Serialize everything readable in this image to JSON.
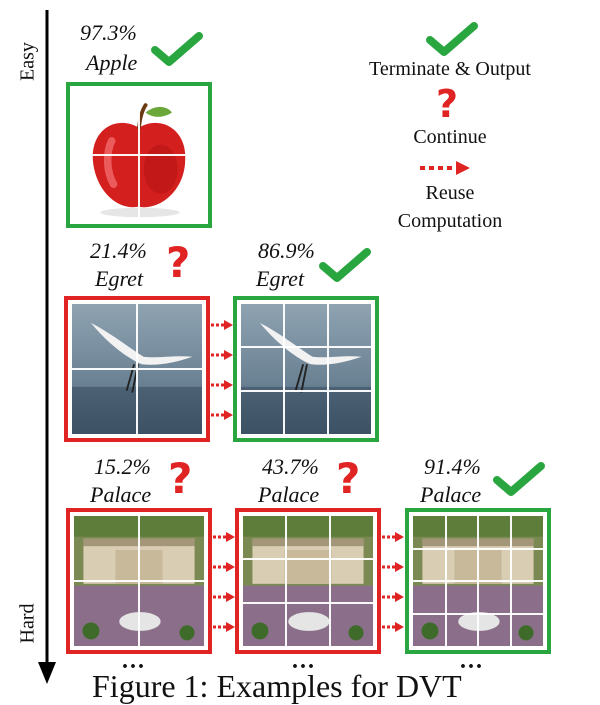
{
  "axis": {
    "top_label": "Easy",
    "bottom_label": "Hard"
  },
  "legend": {
    "terminate": "Terminate & Output",
    "continue": "Continue",
    "reuse_line1": "Reuse",
    "reuse_line2": "Computation"
  },
  "rows": [
    {
      "cells": [
        {
          "conf": "97.3%",
          "label": "Apple",
          "status": "check",
          "grid": 2
        }
      ]
    },
    {
      "cells": [
        {
          "conf": "21.4%",
          "label": "Egret",
          "status": "question",
          "grid": 2
        },
        {
          "conf": "86.9%",
          "label": "Egret",
          "status": "check",
          "grid": 3
        }
      ]
    },
    {
      "cells": [
        {
          "conf": "15.2%",
          "label": "Palace",
          "status": "question",
          "grid": 2
        },
        {
          "conf": "43.7%",
          "label": "Palace",
          "status": "question",
          "grid": 3
        },
        {
          "conf": "91.4%",
          "label": "Palace",
          "status": "check",
          "grid": 4
        }
      ]
    }
  ],
  "ellipsis": "...",
  "caption": "Figure 1: Examples for DVT",
  "colors": {
    "green": "#2aa640",
    "red": "#e02424"
  },
  "icons": {
    "check": "check-icon",
    "question": "question-icon",
    "reuse": "dotted-arrow-icon"
  }
}
